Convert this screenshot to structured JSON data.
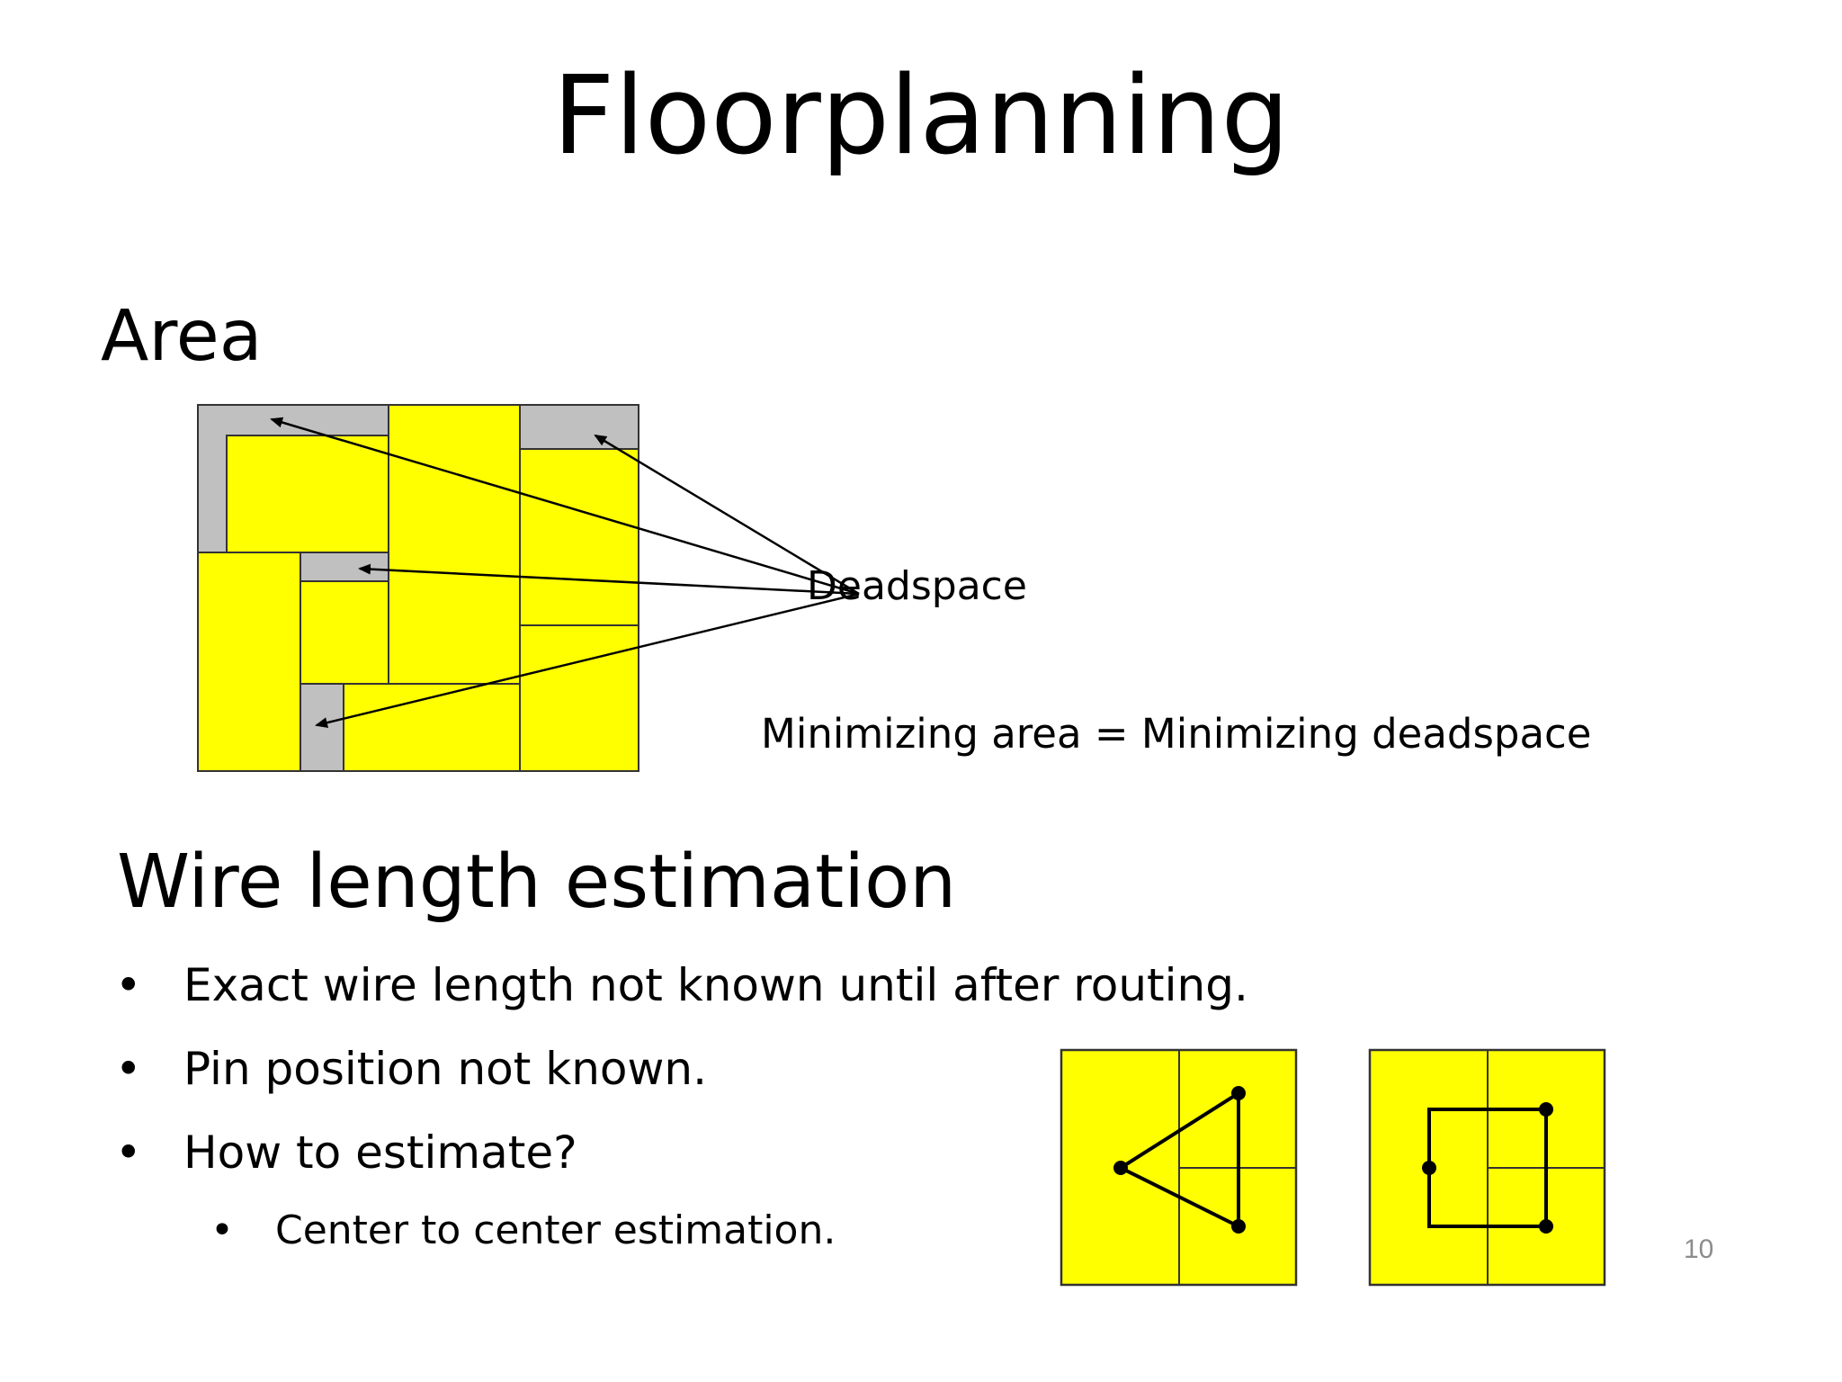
{
  "slide": {
    "title": "Floorplanning",
    "page_number": "10"
  },
  "area_section": {
    "heading": "Area",
    "deadspace_label": "Deadspace",
    "caption": "Minimizing area = Minimizing deadspace"
  },
  "wire_section": {
    "heading": "Wire length estimation",
    "bullets": [
      "Exact wire length not known until after routing.",
      "Pin position not known.",
      "How to estimate?"
    ],
    "sub_bullets": [
      "Center to center estimation."
    ],
    "bullet_glyph": "•"
  },
  "colors": {
    "module_fill": "#ffff00",
    "deadspace_fill": "#c0c0c0",
    "outline": "#333333",
    "page_number": "#8c8c8c"
  }
}
